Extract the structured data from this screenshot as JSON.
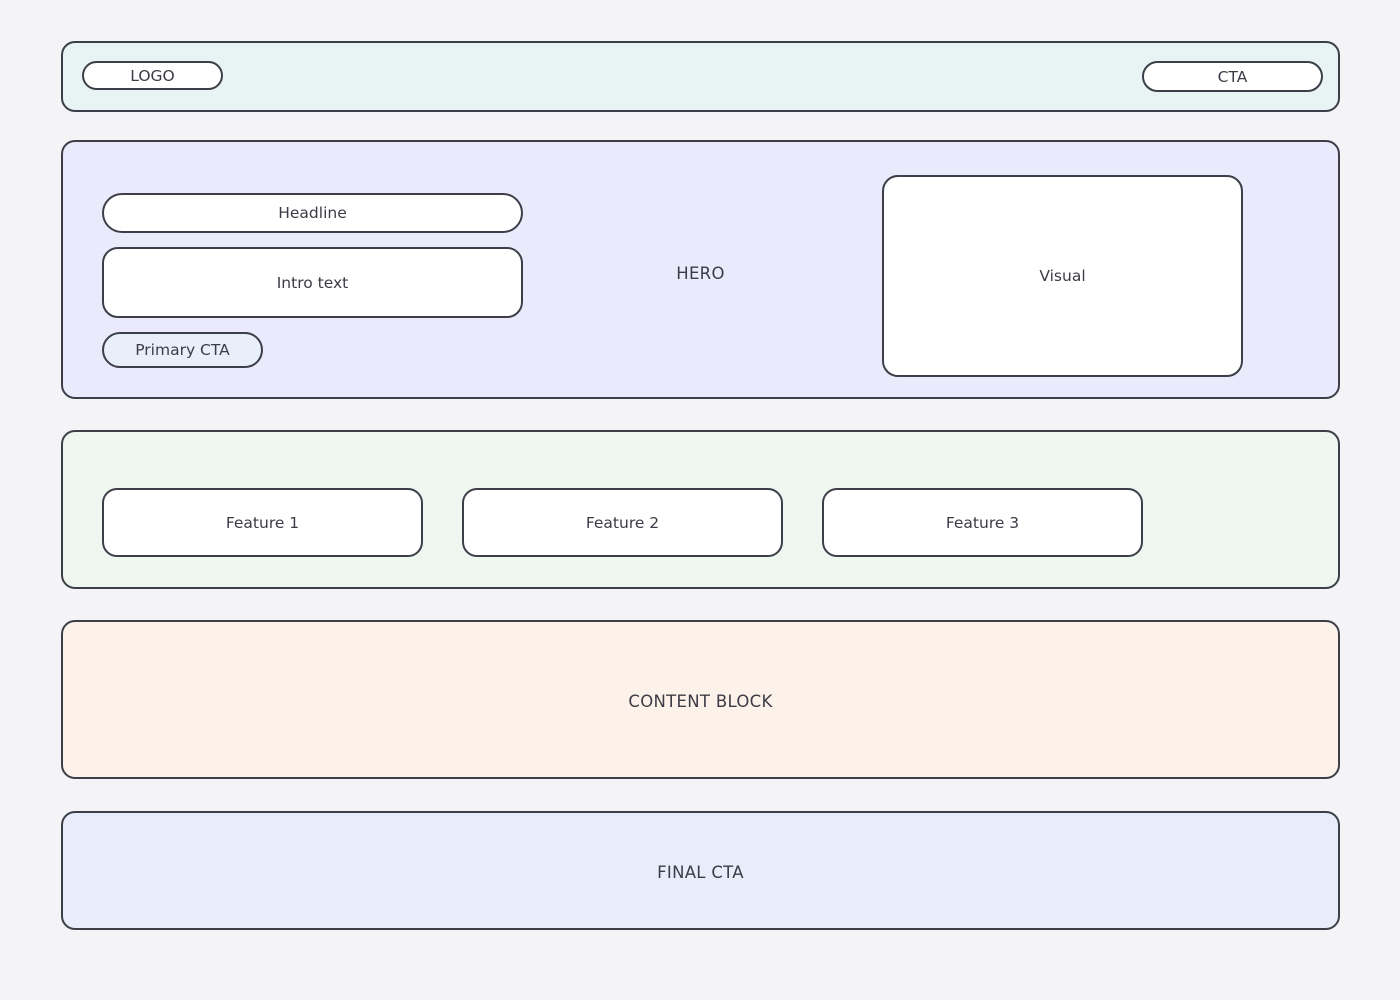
{
  "page": {
    "background": "#f4f4f6",
    "stroke_color": "#3c3f48",
    "text_color": "#3c3c46"
  },
  "header": {
    "background": "#e8f4f3",
    "logo_label": "LOGO",
    "cta_label": "CTA"
  },
  "hero": {
    "background": "#ebe9fc",
    "section_label": "HERO",
    "headline_label": "Headline",
    "intro_label": "Intro text",
    "primary_cta_label": "Primary CTA",
    "primary_cta_background": "#e9eefb",
    "visual_label": "Visual"
  },
  "features": {
    "background": "#edf7ef",
    "cards": [
      {
        "label": "Feature 1"
      },
      {
        "label": "Feature 2"
      },
      {
        "label": "Feature 3"
      }
    ]
  },
  "content": {
    "background": "#fdf2e9",
    "label": "CONTENT BLOCK"
  },
  "final_cta": {
    "background": "#e7edfb",
    "label": "FINAL CTA"
  }
}
